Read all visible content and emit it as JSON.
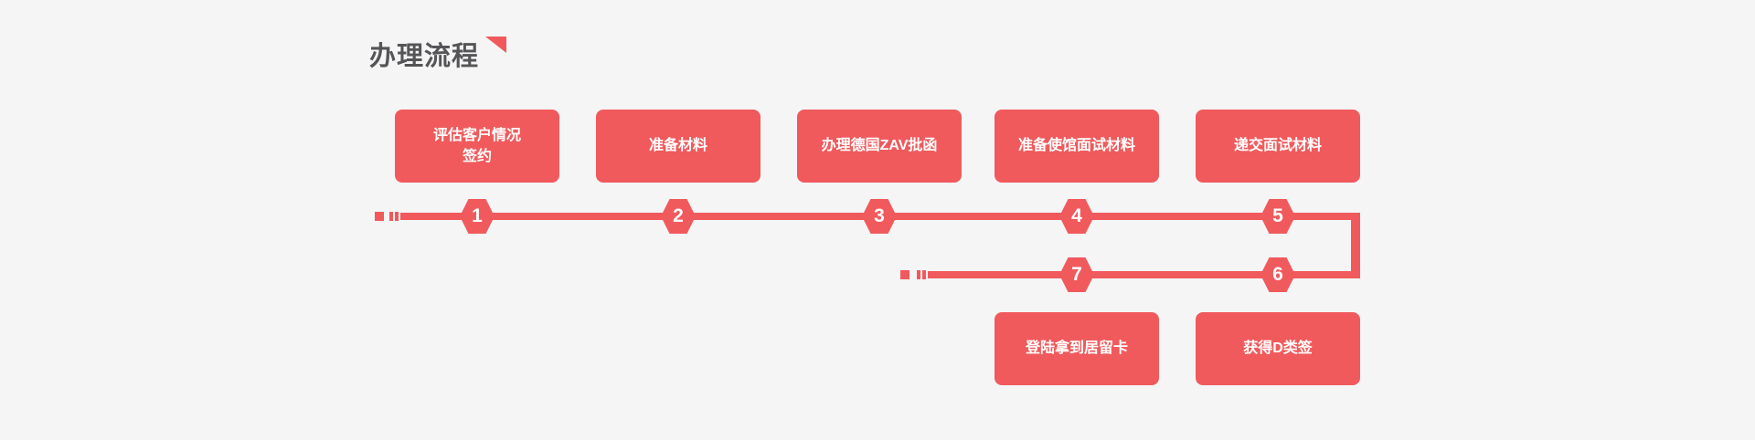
{
  "theme": {
    "background": "#f5f5f6",
    "accent": "#f05a5c",
    "title_color": "#555558",
    "text_on_accent": "#ffffff"
  },
  "header": {
    "title": "办理流程",
    "flag_icon": "corner-flag-icon"
  },
  "flow": {
    "top_boxes": [
      {
        "label": "评估客户情况\n签约"
      },
      {
        "label": "准备材料"
      },
      {
        "label": "办理德国ZAV批函"
      },
      {
        "label": "准备使馆面试材料"
      },
      {
        "label": "递交面试材料"
      }
    ],
    "bottom_boxes": [
      {
        "label": "登陆拿到居留卡"
      },
      {
        "label": "获得D类签"
      }
    ],
    "markers_top": [
      {
        "num": "1"
      },
      {
        "num": "2"
      },
      {
        "num": "3"
      },
      {
        "num": "4"
      },
      {
        "num": "5"
      }
    ],
    "markers_bottom": [
      {
        "num": "6"
      },
      {
        "num": "7"
      }
    ]
  }
}
